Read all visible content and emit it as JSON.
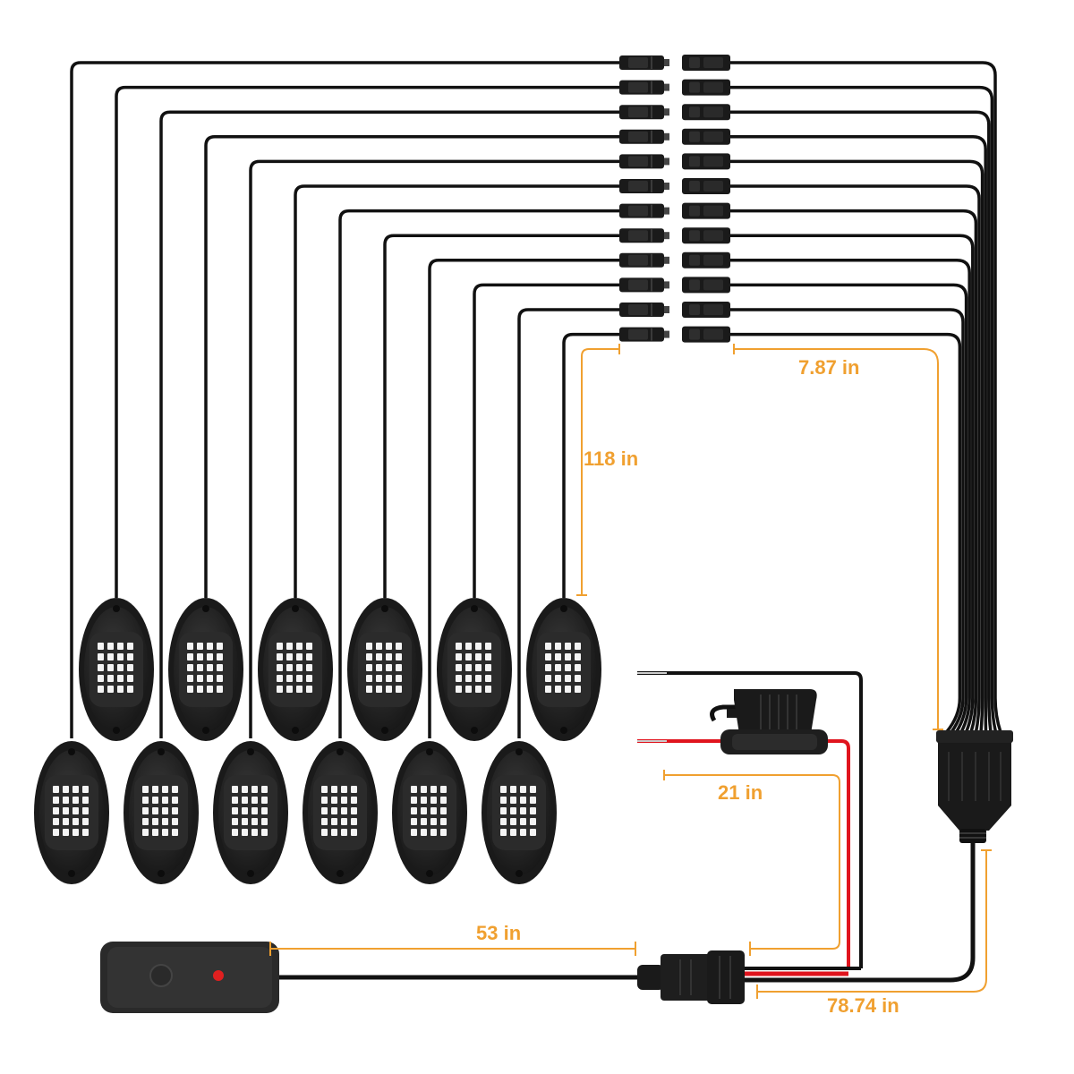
{
  "colors": {
    "dimension": "#F0A030",
    "cable": "#111111",
    "red_wire": "#E0141E",
    "housing": "#1E1E1E",
    "led": "#F4F4F4",
    "indicator": "#E02020"
  },
  "dimensions": {
    "rock_light_cable": "118 in",
    "connector_extension": "7.87 in",
    "power_lead": "21 in",
    "switch_cable": "53 in",
    "main_cable": "78.74 in"
  },
  "components": {
    "rock_light_count": 12,
    "connector_pair_count": 12,
    "icons": [
      "rock-light-icon",
      "connector-icon",
      "splitter-hub-icon",
      "fuse-holder-icon",
      "inline-switch-icon",
      "main-connector-icon"
    ]
  }
}
